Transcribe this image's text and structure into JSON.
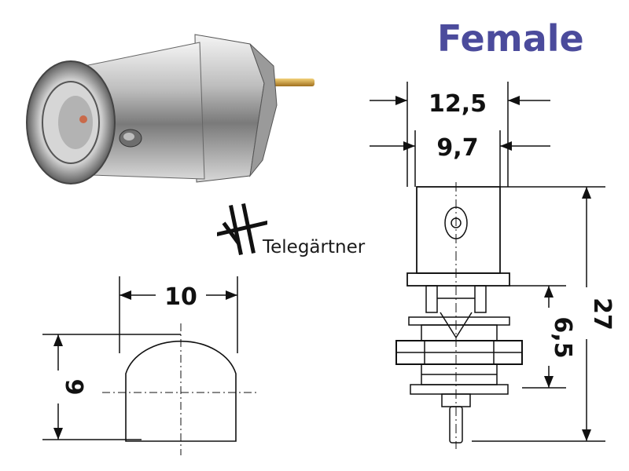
{
  "title": "Female",
  "brand": "Telegärtner",
  "icons": [
    "bnc-connector-photo-icon",
    "telegartner-logo-icon"
  ],
  "dimensions": {
    "top_outer_width": "12,5",
    "top_inner_width": "9,7",
    "side_overall_height": "27",
    "side_thread_length": "6,5",
    "cutout_width": "10",
    "cutout_height": "9"
  },
  "colors": {
    "title": "#4b4b9c",
    "line": "#111111"
  }
}
